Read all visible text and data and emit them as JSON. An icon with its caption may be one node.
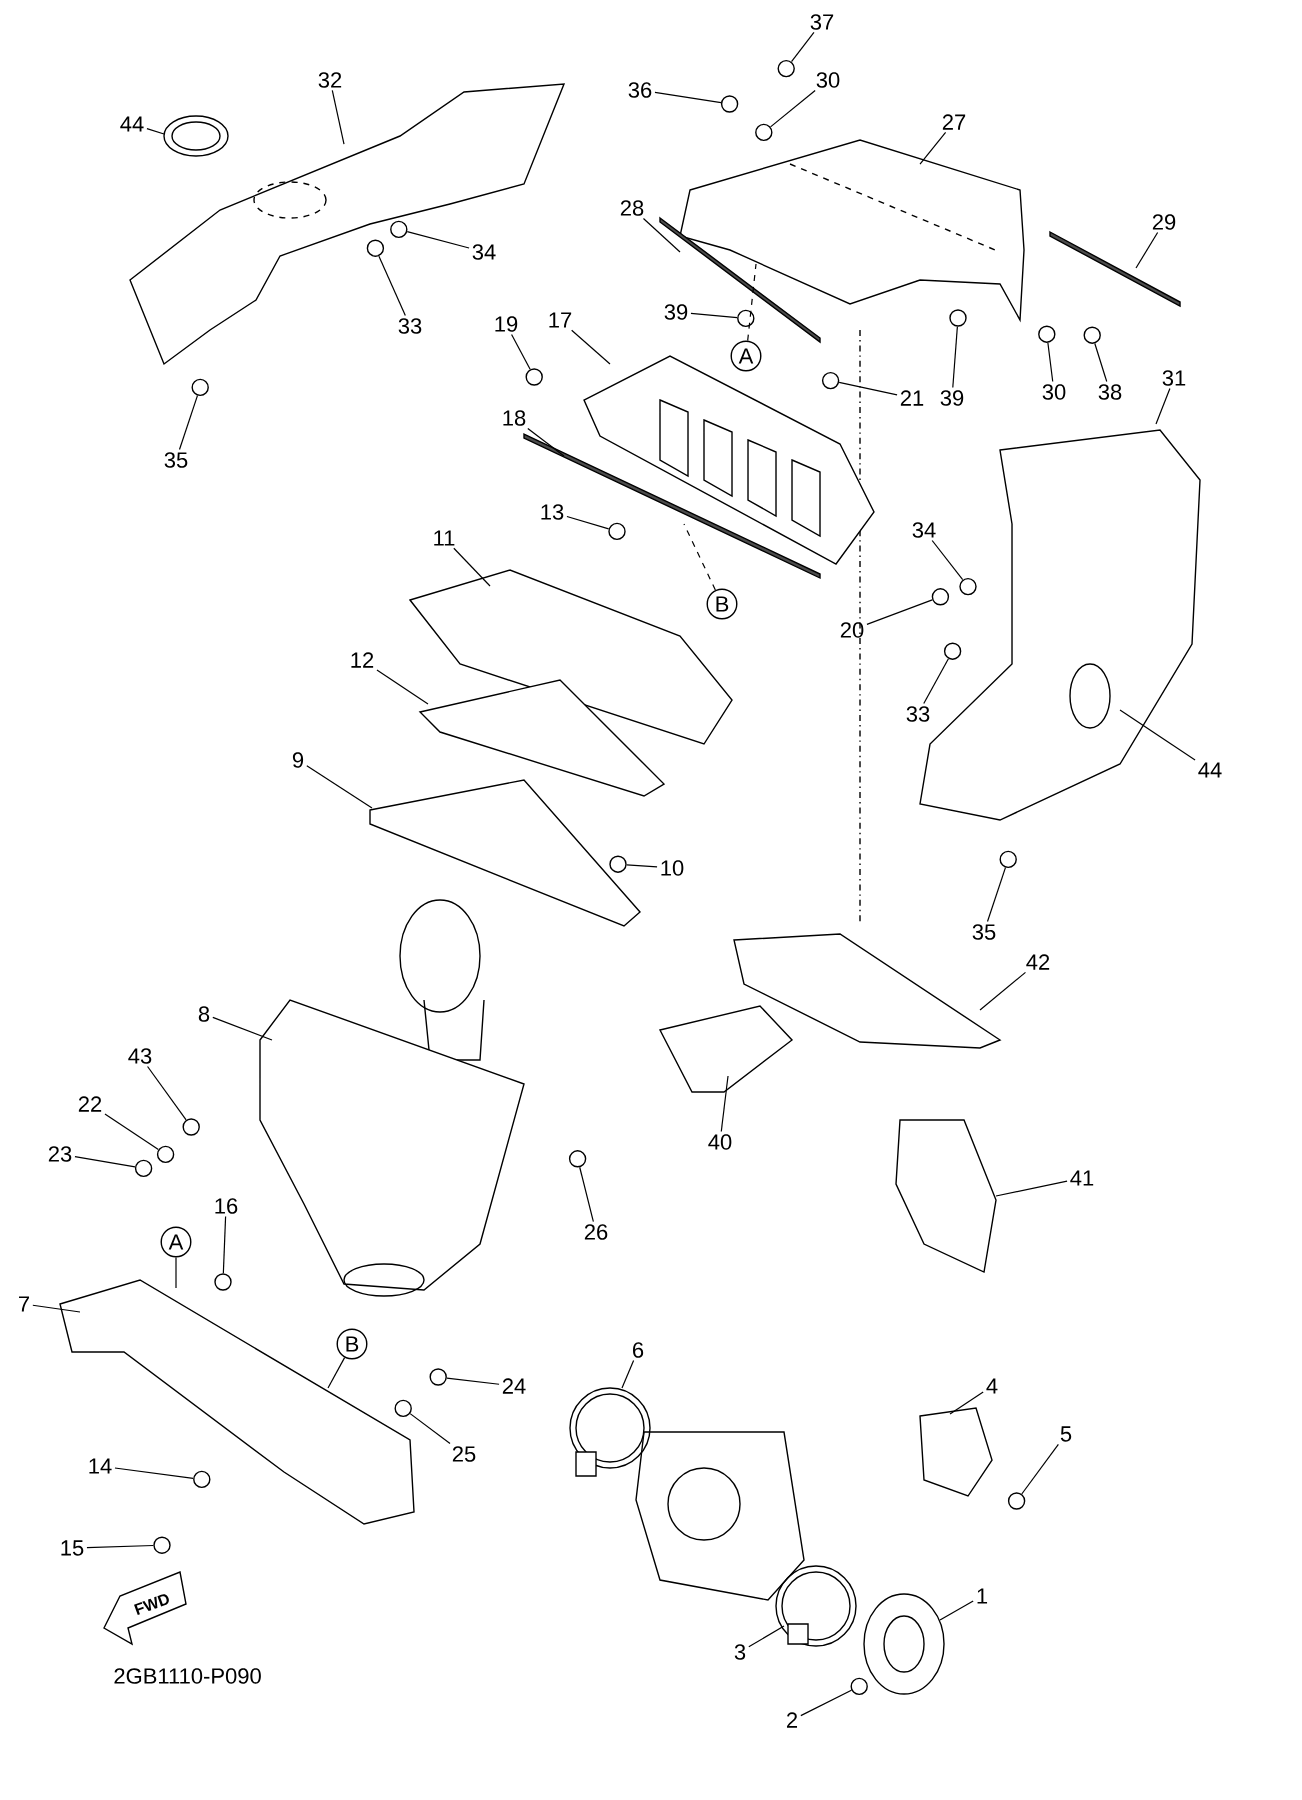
{
  "diagram": {
    "nodes": [
      {
        "text": [
          "37"
        ]
      },
      {
        "text": [
          "32"
        ]
      },
      {
        "text": [
          "30"
        ]
      },
      {
        "text": [
          "36"
        ]
      },
      {
        "text": [
          "27"
        ]
      },
      {
        "text": [
          "44"
        ]
      },
      {
        "text": [
          "28"
        ]
      },
      {
        "text": [
          "29"
        ]
      },
      {
        "text": [
          "34"
        ]
      },
      {
        "text": [
          "39"
        ]
      },
      {
        "text": [
          "17"
        ]
      },
      {
        "text": [
          "19"
        ]
      },
      {
        "text": [
          "33"
        ]
      },
      {
        "text": [
          "A"
        ]
      },
      {
        "text": [
          "31"
        ]
      },
      {
        "text": [
          "30"
        ]
      },
      {
        "text": [
          "38"
        ]
      },
      {
        "text": [
          "21"
        ]
      },
      {
        "text": [
          "39"
        ]
      },
      {
        "text": [
          "18"
        ]
      },
      {
        "text": [
          "35"
        ]
      },
      {
        "text": [
          "13"
        ]
      },
      {
        "text": [
          "34"
        ]
      },
      {
        "text": [
          "11"
        ]
      },
      {
        "text": [
          "B"
        ]
      },
      {
        "text": [
          "20"
        ]
      },
      {
        "text": [
          "12"
        ]
      },
      {
        "text": [
          "33"
        ]
      },
      {
        "text": [
          "9"
        ]
      },
      {
        "text": [
          "44"
        ]
      },
      {
        "text": [
          "10"
        ]
      },
      {
        "text": [
          "35"
        ]
      },
      {
        "text": [
          "42"
        ]
      },
      {
        "text": [
          "8"
        ]
      },
      {
        "text": [
          "43"
        ]
      },
      {
        "text": [
          "22"
        ]
      },
      {
        "text": [
          "40"
        ]
      },
      {
        "text": [
          "23"
        ]
      },
      {
        "text": [
          "41"
        ]
      },
      {
        "text": [
          "16"
        ]
      },
      {
        "text": [
          "26"
        ]
      },
      {
        "text": [
          "A"
        ]
      },
      {
        "text": [
          "7"
        ]
      },
      {
        "text": [
          "B"
        ]
      },
      {
        "text": [
          "6"
        ]
      },
      {
        "text": [
          "4"
        ]
      },
      {
        "text": [
          "24"
        ]
      },
      {
        "text": [
          "5"
        ]
      },
      {
        "text": [
          "25"
        ]
      },
      {
        "text": [
          "14"
        ]
      },
      {
        "text": [
          "15"
        ]
      },
      {
        "text": [
          "1"
        ]
      },
      {
        "text": [
          "3"
        ]
      },
      {
        "text": [
          "2"
        ]
      },
      {
        "text": [],
        "shape": "circle"
      },
      {
        "text": [],
        "shape": "circle"
      },
      {
        "text": [],
        "shape": "circle"
      },
      {
        "text": [],
        "shape": "circle"
      },
      {
        "text": [],
        "shape": "circle"
      },
      {
        "text": [],
        "shape": "circle"
      },
      {
        "text": [],
        "shape": "circle"
      },
      {
        "text": [],
        "shape": "circle"
      },
      {
        "text": [],
        "shape": "circle"
      },
      {
        "text": [],
        "shape": "circle"
      },
      {
        "text": [],
        "shape": "circle"
      },
      {
        "text": [],
        "shape": "circle"
      },
      {
        "text": [],
        "shape": "circle"
      },
      {
        "text": [],
        "shape": "circle"
      },
      {
        "text": [],
        "shape": "circle"
      },
      {
        "text": [],
        "shape": "circle"
      },
      {
        "text": [],
        "shape": "circle"
      },
      {
        "text": [],
        "shape": "circle"
      },
      {
        "text": [],
        "shape": "circle"
      },
      {
        "text": [],
        "shape": "circle"
      },
      {
        "text": [],
        "shape": "circle"
      },
      {
        "text": [],
        "shape": "circle"
      },
      {
        "text": [],
        "shape": "circle"
      },
      {
        "text": [],
        "shape": "circle"
      },
      {
        "text": [],
        "shape": "circle"
      },
      {
        "text": [],
        "shape": "circle"
      },
      {
        "text": [],
        "shape": "circle"
      },
      {
        "text": [],
        "shape": "circle"
      },
      {
        "text": [],
        "shape": "circle"
      },
      {
        "text": [],
        "shape": "picture"
      },
      {
        "text": [],
        "shape": "picture"
      },
      {
        "text": [],
        "shape": "picture"
      },
      {
        "text": [],
        "shape": "picture"
      },
      {
        "text": [],
        "shape": "picture"
      },
      {
        "text": [],
        "shape": "picture"
      },
      {
        "text": [],
        "shape": "picture"
      },
      {
        "text": [],
        "shape": "picture"
      },
      {
        "text": [],
        "shape": "picture"
      },
      {
        "text": [],
        "shape": "picture"
      },
      {
        "text": [],
        "shape": "picture"
      },
      {
        "text": [],
        "shape": "picture"
      },
      {
        "text": [],
        "shape": "picture"
      },
      {
        "text": [],
        "shape": "picture"
      },
      {
        "text": [],
        "shape": "picture"
      },
      {
        "text": [],
        "shape": "picture"
      },
      {
        "text": [],
        "shape": "picture"
      },
      {
        "text": [],
        "shape": "picture"
      },
      {
        "text": [],
        "shape": "picture"
      },
      {
        "text": [],
        "shape": "picture"
      }
    ],
    "edges": [
      {
        "from": 0,
        "to": 54,
        "arrow": "none"
      },
      {
        "from": 1,
        "to": 83,
        "arrow": "none"
      },
      {
        "from": 2,
        "to": 55,
        "arrow": "none"
      },
      {
        "from": 3,
        "to": 56,
        "arrow": "none"
      },
      {
        "from": 4,
        "to": 85,
        "arrow": "none"
      },
      {
        "from": 5,
        "to": 84,
        "arrow": "none"
      },
      {
        "from": 6,
        "to": 86,
        "arrow": "none"
      },
      {
        "from": 7,
        "to": 87,
        "arrow": "none"
      },
      {
        "from": 8,
        "to": 57,
        "arrow": "none"
      },
      {
        "from": 9,
        "to": 58,
        "arrow": "none"
      },
      {
        "from": 10,
        "to": 88,
        "arrow": "none"
      },
      {
        "from": 11,
        "to": 59,
        "arrow": "none"
      },
      {
        "from": 12,
        "to": 60,
        "arrow": "none"
      },
      {
        "from": 13,
        "to": 85,
        "arrow": "none",
        "style": "dashed"
      },
      {
        "from": 14,
        "to": 94,
        "arrow": "none"
      },
      {
        "from": 15,
        "to": 61,
        "arrow": "none"
      },
      {
        "from": 16,
        "to": 62,
        "arrow": "none"
      },
      {
        "from": 17,
        "to": 63,
        "arrow": "none"
      },
      {
        "from": 18,
        "to": 64,
        "arrow": "none"
      },
      {
        "from": 19,
        "to": 89,
        "arrow": "none"
      },
      {
        "from": 20,
        "to": 65,
        "arrow": "none"
      },
      {
        "from": 21,
        "to": 66,
        "arrow": "none"
      },
      {
        "from": 22,
        "to": 67,
        "arrow": "none"
      },
      {
        "from": 23,
        "to": 90,
        "arrow": "none"
      },
      {
        "from": 24,
        "to": 88,
        "arrow": "none",
        "style": "dashed"
      },
      {
        "from": 25,
        "to": 68,
        "arrow": "none"
      },
      {
        "from": 26,
        "to": 91,
        "arrow": "none"
      },
      {
        "from": 27,
        "to": 69,
        "arrow": "none"
      },
      {
        "from": 28,
        "to": 92,
        "arrow": "none"
      },
      {
        "from": 29,
        "to": 94,
        "arrow": "none"
      },
      {
        "from": 30,
        "to": 70,
        "arrow": "none"
      },
      {
        "from": 31,
        "to": 71,
        "arrow": "none"
      },
      {
        "from": 32,
        "to": 95,
        "arrow": "none"
      },
      {
        "from": 33,
        "to": 93,
        "arrow": "none"
      },
      {
        "from": 34,
        "to": 72,
        "arrow": "none"
      },
      {
        "from": 35,
        "to": 73,
        "arrow": "none"
      },
      {
        "from": 36,
        "to": 96,
        "arrow": "none"
      },
      {
        "from": 37,
        "to": 74,
        "arrow": "none"
      },
      {
        "from": 38,
        "to": 97,
        "arrow": "none"
      },
      {
        "from": 39,
        "to": 75,
        "arrow": "none"
      },
      {
        "from": 40,
        "to": 76,
        "arrow": "none"
      },
      {
        "from": 41,
        "to": 98,
        "arrow": "none"
      },
      {
        "from": 42,
        "to": 98,
        "arrow": "none"
      },
      {
        "from": 43,
        "to": 98,
        "arrow": "none"
      },
      {
        "from": 44,
        "to": 99,
        "arrow": "none"
      },
      {
        "from": 45,
        "to": 100,
        "arrow": "none"
      },
      {
        "from": 46,
        "to": 77,
        "arrow": "none"
      },
      {
        "from": 47,
        "to": 78,
        "arrow": "none"
      },
      {
        "from": 48,
        "to": 79,
        "arrow": "none"
      },
      {
        "from": 49,
        "to": 80,
        "arrow": "none"
      },
      {
        "from": 50,
        "to": 81,
        "arrow": "none"
      },
      {
        "from": 51,
        "to": 101,
        "arrow": "none"
      },
      {
        "from": 52,
        "to": 102,
        "arrow": "none"
      },
      {
        "from": 53,
        "to": 82,
        "arrow": "none"
      }
    ],
    "labels": [
      "FWD",
      "2GB1110-P090"
    ]
  }
}
